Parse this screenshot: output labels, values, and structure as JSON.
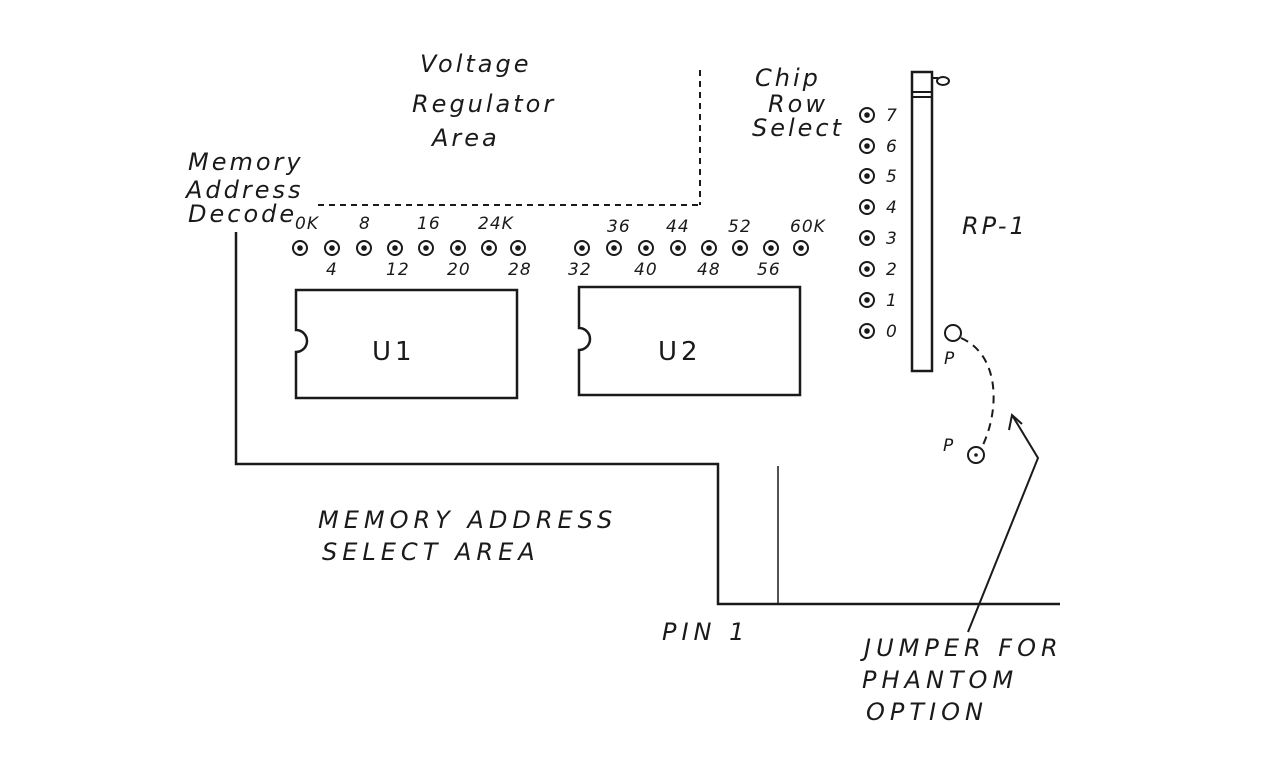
{
  "regions": {
    "voltage_regulator": [
      "Voltage",
      "Regulator",
      "Area"
    ],
    "chip_row_select": [
      "Chip",
      "Row",
      "Select"
    ],
    "memory_address_decode": [
      "Memory",
      "Address",
      "Decode"
    ],
    "memory_address_select": [
      "MEMORY ADDRESS",
      "SELECT AREA"
    ],
    "jumper": [
      "JUMPER FOR",
      "PHANTOM",
      "OPTION"
    ]
  },
  "top_address_labels": [
    "0K",
    "8",
    "16",
    "24K",
    "36",
    "44",
    "52",
    "60K"
  ],
  "bottom_address_labels": [
    "4",
    "12",
    "20",
    "28",
    "32",
    "40",
    "48",
    "56"
  ],
  "row_select_labels": [
    "7",
    "6",
    "5",
    "4",
    "3",
    "2",
    "1",
    "0"
  ],
  "chips": {
    "u1": "U1",
    "u2": "U2"
  },
  "resistor_pack": "RP-1",
  "phantom_pads": [
    "P",
    "P"
  ],
  "pin1": "PIN 1"
}
